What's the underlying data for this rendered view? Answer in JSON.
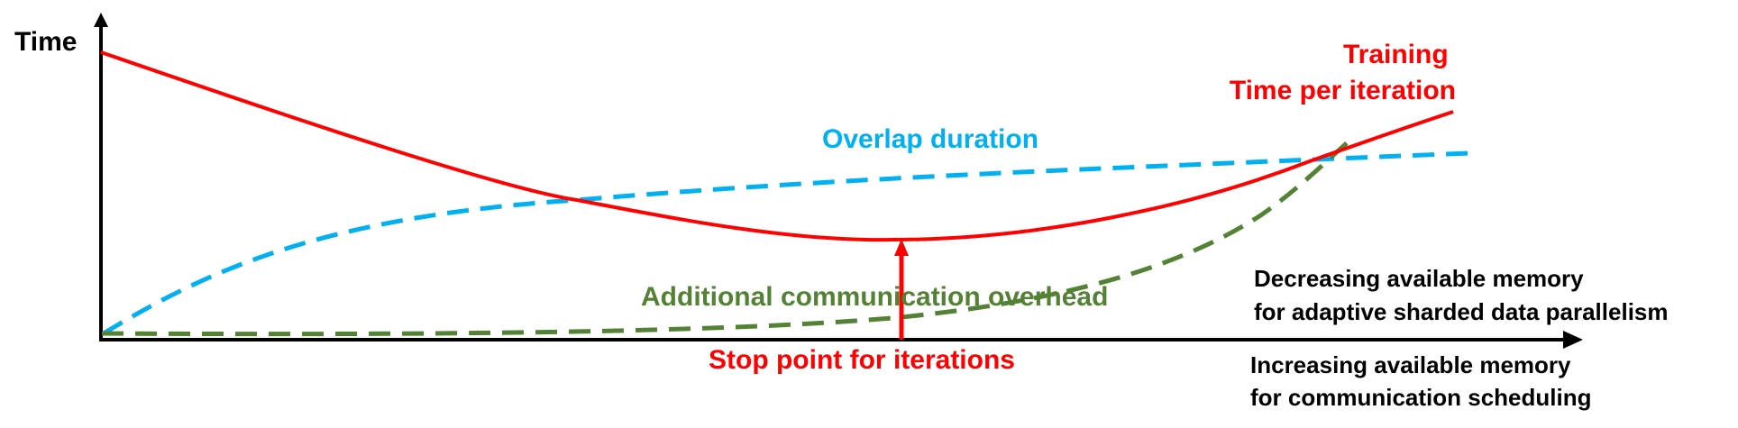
{
  "axes": {
    "y_label": "Time",
    "x_label_top": [
      "Decreasing available memory",
      "for adaptive sharded data parallelism"
    ],
    "x_label_bottom": [
      "Increasing available memory",
      "for communication scheduling"
    ]
  },
  "curves": {
    "training": {
      "label_lines": [
        "Training",
        "Time per iteration"
      ],
      "color": "#ff0000",
      "style": "solid"
    },
    "overlap": {
      "label": "Overlap duration",
      "color": "#00b0f0",
      "style": "dashed"
    },
    "communication": {
      "label": "Additional communication overhead",
      "color": "#548235",
      "style": "dashed"
    }
  },
  "annotations": {
    "stop_point": {
      "label": "Stop point for iterations",
      "color": "#ff0000"
    }
  },
  "colors": {
    "axis": "#000000"
  }
}
